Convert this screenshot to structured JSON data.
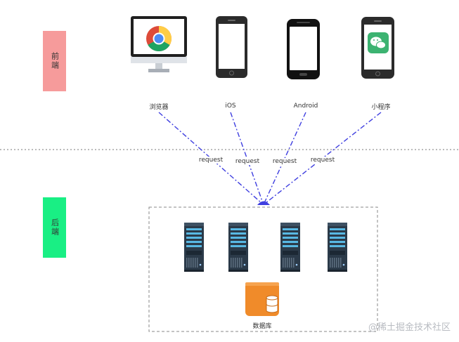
{
  "tiers": {
    "frontend": {
      "label": "前端",
      "color": "#f69b9b"
    },
    "backend": {
      "label": "后端",
      "color": "#19ef84"
    }
  },
  "clients": [
    {
      "name": "browser",
      "label": "浏览器",
      "icon": "monitor-chrome-icon"
    },
    {
      "name": "ios",
      "label": "iOS",
      "icon": "iphone-icon"
    },
    {
      "name": "android",
      "label": "Android",
      "icon": "android-phone-icon"
    },
    {
      "name": "miniprogram",
      "label": "小程序",
      "icon": "wechat-phone-icon"
    }
  ],
  "requests": [
    "request",
    "request",
    "request",
    "request"
  ],
  "servers": [
    "server-icon",
    "server-icon",
    "server-icon",
    "server-icon"
  ],
  "database": {
    "label": "数据库",
    "color": "#f08b2a"
  },
  "watermark": "@稀土掘金技术社区",
  "colors": {
    "request_line": "#3f3fe0",
    "divider": "#777777"
  }
}
